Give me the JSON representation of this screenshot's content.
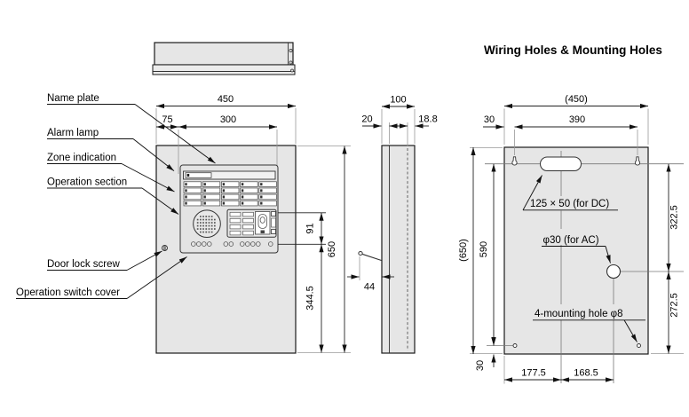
{
  "front": {
    "label_name_plate": "Name plate",
    "label_alarm_lamp": "Alarm lamp",
    "label_zone_indication": "Zone indication",
    "label_operation_section": "Operation section",
    "label_door_lock_screw": "Door lock screw",
    "label_operation_switch_cover": "Operation switch cover",
    "dim_width": "450",
    "dim_nameplate_offset": "75",
    "dim_nameplate_width": "300",
    "dim_height": "650",
    "dim_operation_height": "91",
    "dim_lower_height": "344.5"
  },
  "side": {
    "dim_depth": "100",
    "dim_door": "20",
    "dim_rear": "18.8",
    "dim_handle": "44"
  },
  "back": {
    "title": "Wiring Holes & Mounting Holes",
    "dim_width": "(450)",
    "dim_hole_span": "390",
    "dim_top_left": "30",
    "dim_height": "(650)",
    "dim_mount_span": "590",
    "dim_bottom_edge": "30",
    "dim_upper_right": "322.5",
    "dim_lower_right": "272.5",
    "dim_bottom_left_span": "177.5",
    "dim_bottom_right_span": "168.5",
    "label_dc_hole": "125 × 50 (for DC)",
    "label_ac_hole": "φ30 (for AC)",
    "label_mount_hole": "4-mounting hole φ8"
  },
  "colors": {
    "panel_fill": "#e6e6e6",
    "line": "#1a1a1a"
  }
}
